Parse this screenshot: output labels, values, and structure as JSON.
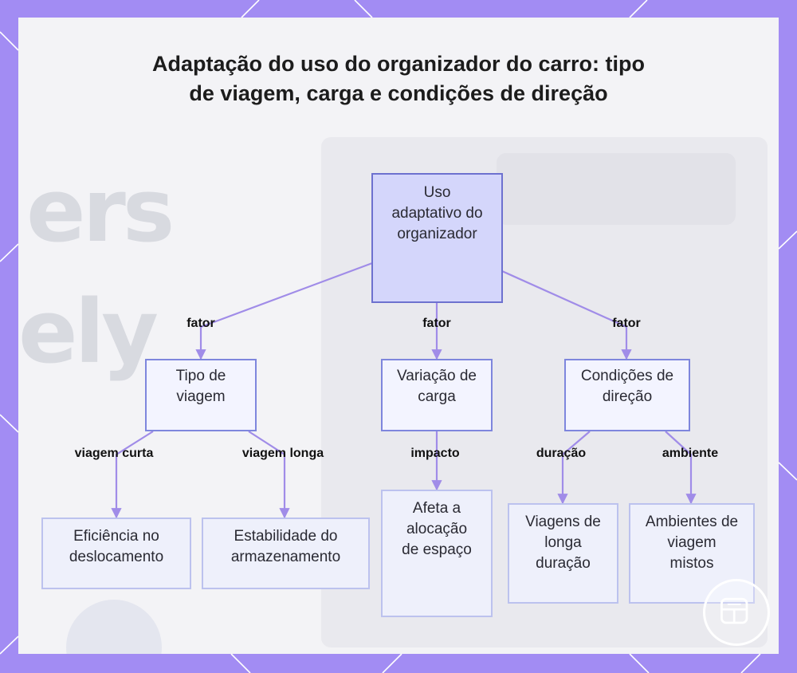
{
  "title": "Adaptação do uso do organizador do carro: tipo de viagem, carga e condições de direção",
  "background_text": {
    "line1": "ers",
    "line2": "ely"
  },
  "colors": {
    "frame": "#a28cf3",
    "panel": "#f3f3f6",
    "edge": "#a08ce8",
    "root_fill": "#d4d6fb",
    "root_border": "#6d71cf",
    "node_border": "#7e86dd",
    "leaf_border": "#bcc2ee"
  },
  "nodes": {
    "root": "Uso adaptativo do organizador",
    "tipo": "Tipo de viagem",
    "carga": "Variação de carga",
    "condicoes": "Condições de direção",
    "eficiencia": "Eficiência no deslocamento",
    "estabilidade": "Estabilidade do armazenamento",
    "afeta": "Afeta a alocação de espaço",
    "longa_duracao": "Viagens de longa duração",
    "ambientes": "Ambientes de viagem mistos"
  },
  "edge_labels": {
    "fator_tipo": "fator",
    "fator_carga": "fator",
    "fator_condicoes": "fator",
    "viagem_curta": "viagem curta",
    "viagem_longa": "viagem longa",
    "impacto": "impacto",
    "duracao": "duração",
    "ambiente": "ambiente"
  },
  "logo_icon": "organizer-grid-icon"
}
